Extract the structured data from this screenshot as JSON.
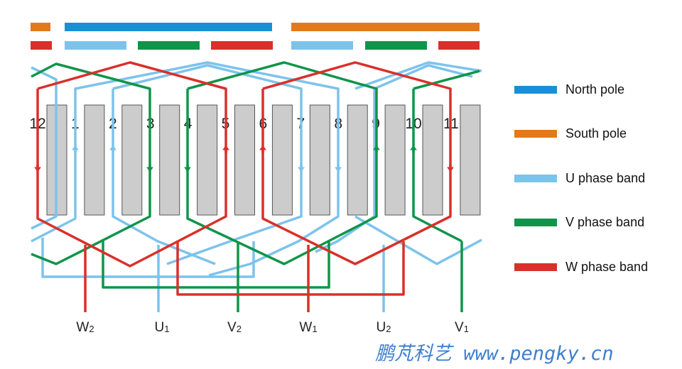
{
  "colors": {
    "north": "#1a8fd6",
    "south": "#e3791c",
    "u": "#7cc3ec",
    "v": "#11944a",
    "w": "#d9302a",
    "slot_fill": "#cccccc",
    "slot_stroke": "#555555"
  },
  "slots": [
    "12",
    "1",
    "2",
    "3",
    "4",
    "5",
    "6",
    "7",
    "8",
    "9",
    "10",
    "11"
  ],
  "terminals": [
    {
      "letter": "W",
      "sub": "2"
    },
    {
      "letter": "U",
      "sub": "1"
    },
    {
      "letter": "V",
      "sub": "2"
    },
    {
      "letter": "W",
      "sub": "1"
    },
    {
      "letter": "U",
      "sub": "2"
    },
    {
      "letter": "V",
      "sub": "1"
    }
  ],
  "legend": [
    {
      "label": "North pole",
      "color": "#1a8fd6"
    },
    {
      "label": "South pole",
      "color": "#e3791c"
    },
    {
      "label": "U phase band",
      "color": "#7cc3ec"
    },
    {
      "label": "V phase band",
      "color": "#11944a"
    },
    {
      "label": "W phase band",
      "color": "#d9302a"
    }
  ],
  "watermark": {
    "cn": "鹏芃科艺",
    "url": "www.pengky.cn"
  }
}
